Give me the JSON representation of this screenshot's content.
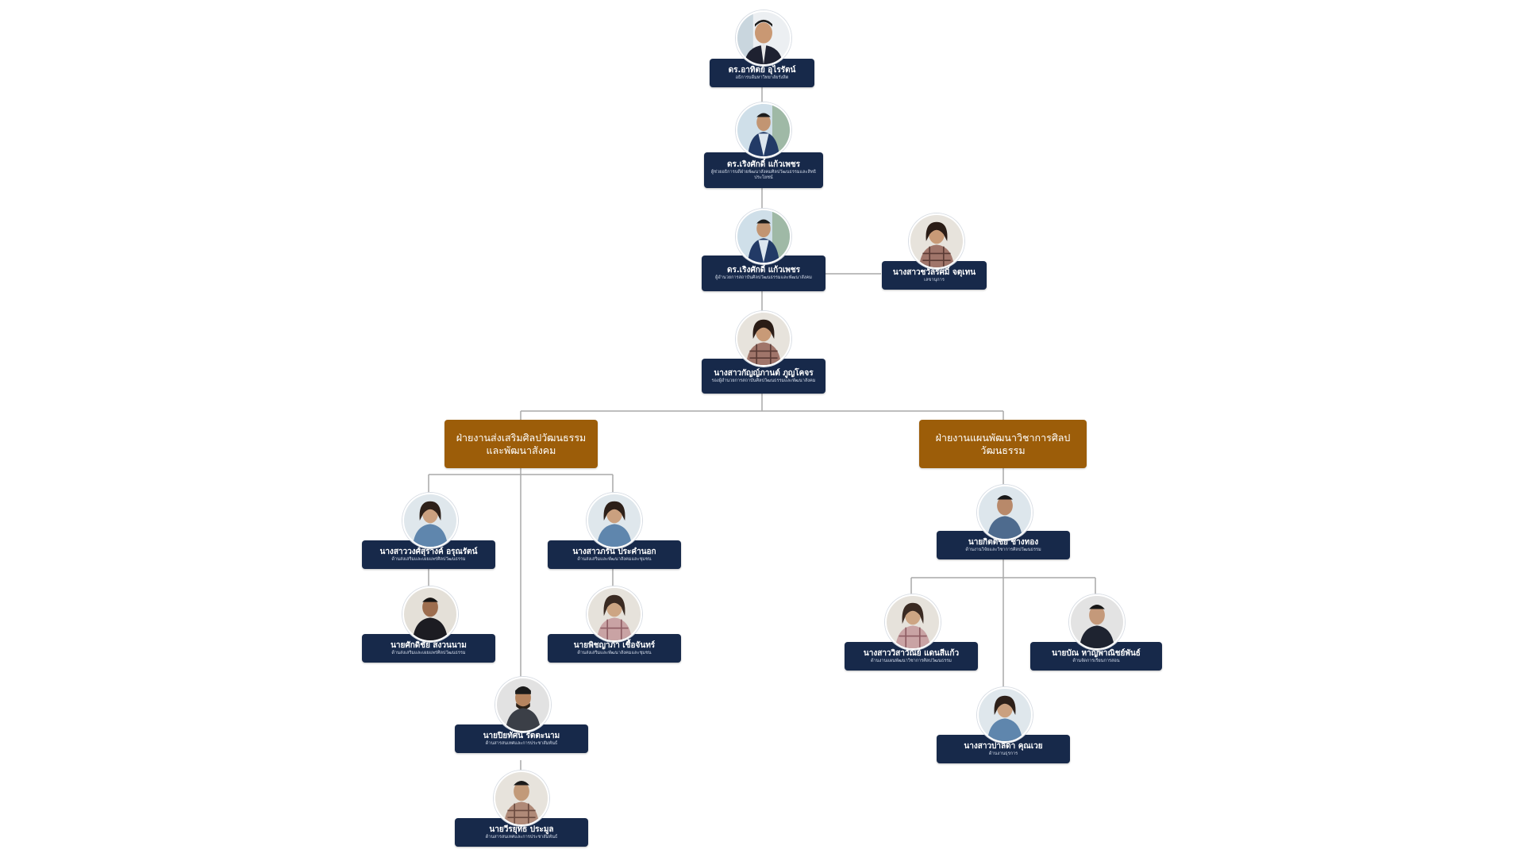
{
  "people": {
    "p1": {
      "name": "ดร.อาทิตย์ อุไรรัตน์",
      "role": "อธิการบดีมหาวิทยาลัยรังสิต",
      "photo": "portrait-man-suit"
    },
    "p2": {
      "name": "ดร.เริงศักดิ์ แก้วเพชร",
      "role": "ผู้ช่วยอธิการบดีฝ่ายพัฒนาสังคมศิลปวัฒนธรรมและสิทธิประโยชน์",
      "photo": "portrait-man-suit"
    },
    "p3": {
      "name": "ดร.เริงศักดิ์ แก้วเพชร",
      "role": "ผู้อำนวยการสถาบันศิลปวัฒนธรรมและพัฒนาสังคม",
      "photo": "portrait-man-suit"
    },
    "p4": {
      "name": "นางสาวชวัลรัศมิ์ จตุเทน",
      "role": "เลขานุการ",
      "photo": "portrait-woman-plaid"
    },
    "p5": {
      "name": "นางสาวกัญญ์ภานต์ ภูญโคจร",
      "role": "รองผู้อำนวยการสถาบันศิลปวัฒนธรรมและพัฒนาสังคม",
      "photo": "portrait-woman-plaid"
    },
    "p6": {
      "name": "นางสาววงศ์สุรางค์ อรุณรัตน์",
      "role": "ด้านส่งเสริมและเผยแพร่ศิลปวัฒนธรรม",
      "photo": "portrait-woman-denim"
    },
    "p7": {
      "name": "นางสาวภรัน ประคำนอก",
      "role": "ด้านส่งเสริมและพัฒนาสังคมและชุมชน",
      "photo": "portrait-woman-denim"
    },
    "p8": {
      "name": "นายศักดิชัย สงวนนาม",
      "role": "ด้านส่งเสริมและเผยแพร่ศิลปวัฒนธรรม",
      "photo": "portrait-man-dark"
    },
    "p9": {
      "name": "นายพิชญาภา เชื้อจันทร์",
      "role": "ด้านส่งเสริมและพัฒนาสังคมและชุมชน",
      "photo": "portrait-woman-plaid"
    },
    "p10": {
      "name": "นายปิยทัศน์ รัตตะนาม",
      "role": "ด้านสารสนเทศและการประชาสัมพันธ์",
      "photo": "portrait-man-beard"
    },
    "p11": {
      "name": "นายวีรยุทธ ประมูล",
      "role": "ด้านสารสนเทศและการประชาสัมพันธ์",
      "photo": "portrait-man-plaid"
    },
    "p12": {
      "name": "นายกิตติชัย ช้างทอง",
      "role": "ด้านงานวิจัยและวิชาการศิลปวัฒนธรรม",
      "photo": "portrait-man-denim"
    },
    "p13": {
      "name": "นางสาววิสาวัณย์ แดนสีแก้ว",
      "role": "ด้านงานแผนพัฒนาวิชาการศิลปวัฒนธรรม",
      "photo": "portrait-woman-plaid"
    },
    "p14": {
      "name": "นายบัณ หาญพาณิชย์พันธ์",
      "role": "ด้านจัดการเรียนการสอน",
      "photo": "portrait-man-dark"
    },
    "p15": {
      "name": "นางสาวปาลิดา คุณเวย",
      "role": "ด้านงานธุรการ",
      "photo": "portrait-woman-denim"
    }
  },
  "departments": {
    "d1": {
      "label": "ฝ่ายงานส่งเสริมศิลปวัฒนธรรม\nและพัฒนาสังคม"
    },
    "d2": {
      "label": "ฝ่ายงานแผนพัฒนาวิชาการศิลปวัฒนธรรม"
    }
  },
  "colors": {
    "card": "#17294a",
    "department": "#9c5d09",
    "connector": "#a9a9a9"
  }
}
